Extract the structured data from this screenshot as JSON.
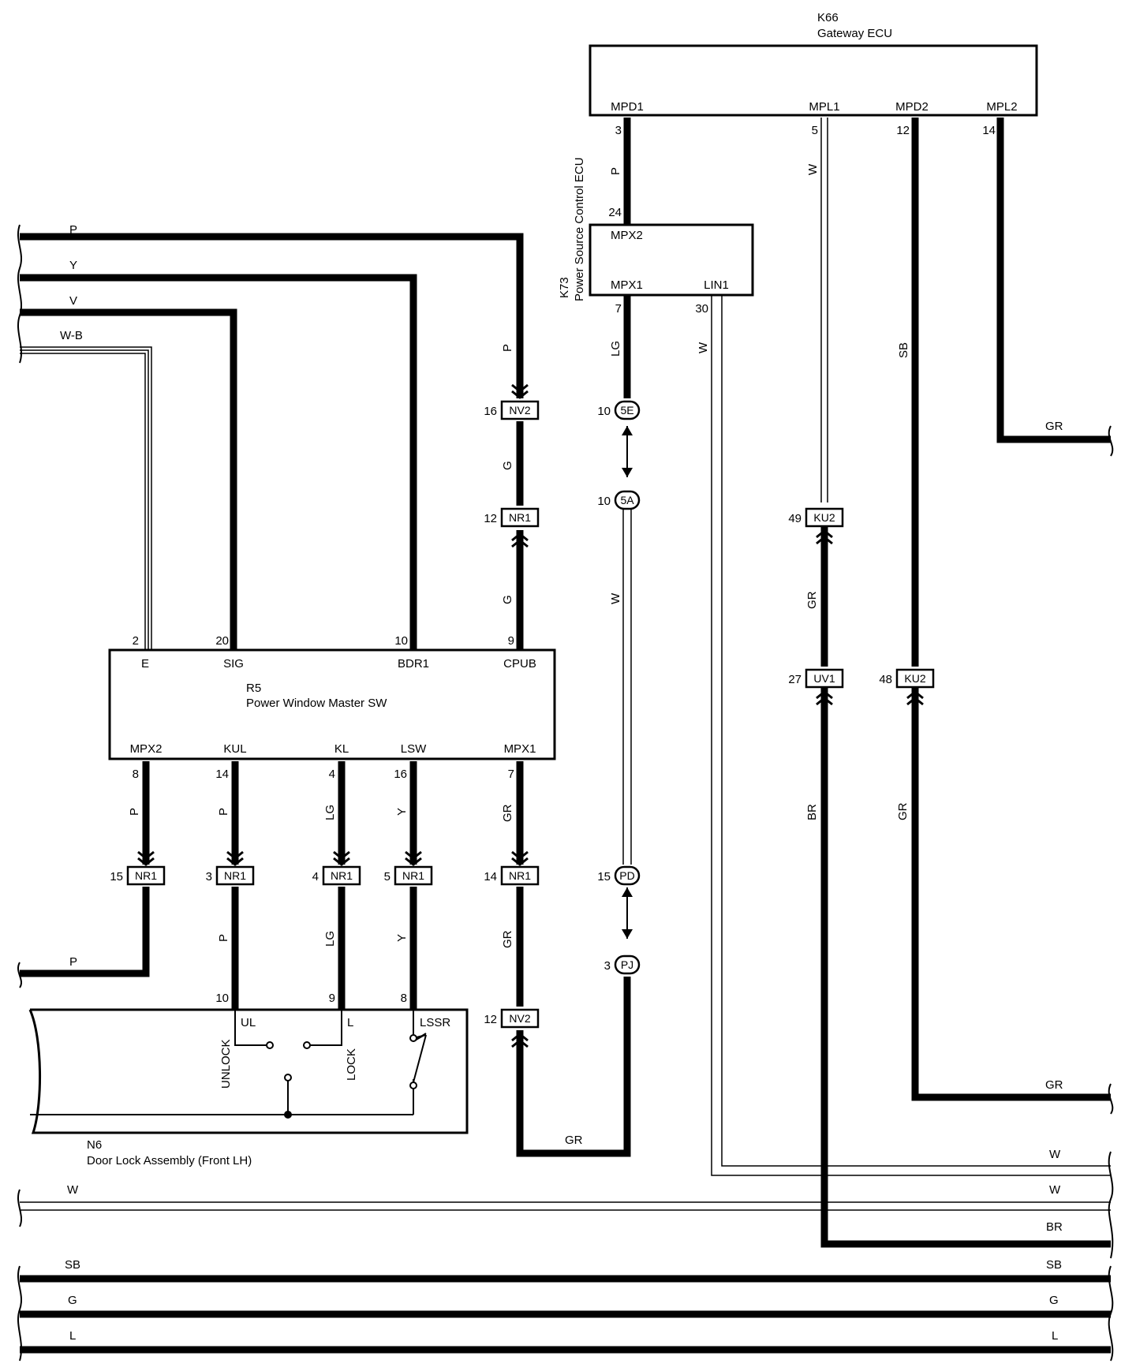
{
  "components": {
    "gateway": {
      "code": "K66",
      "name": "Gateway ECU",
      "pins": [
        "MPD1",
        "MPL1",
        "MPD2",
        "MPL2"
      ]
    },
    "power_source": {
      "code": "K73",
      "name": "Power Source Control ECU",
      "pins": [
        "MPX2",
        "MPX1",
        "LIN1"
      ]
    },
    "master_sw": {
      "code": "R5",
      "name": "Power Window Master SW",
      "pins_top": [
        "E",
        "SIG",
        "BDR1",
        "CPUB"
      ],
      "pins_bottom": [
        "MPX2",
        "KUL",
        "KL",
        "LSW",
        "MPX1"
      ]
    },
    "door_lock": {
      "code": "N6",
      "name": "Door Lock Assembly (Front LH)",
      "pins": [
        "UL",
        "L",
        "LSSR"
      ],
      "switches": [
        "UNLOCK",
        "LOCK"
      ]
    }
  },
  "pin_numbers": {
    "gateway": [
      "3",
      "5",
      "12",
      "14"
    ],
    "power_source": [
      "24",
      "7",
      "30"
    ],
    "master_sw_top": [
      "2",
      "20",
      "10",
      "9"
    ],
    "master_sw_bottom": [
      "8",
      "14",
      "4",
      "16",
      "7"
    ],
    "door_lock": [
      "10",
      "9",
      "8"
    ]
  },
  "connectors": [
    {
      "id": "NV2",
      "pin": "16"
    },
    {
      "id": "NR1",
      "pin": "12"
    },
    {
      "id": "5E",
      "pin": "10"
    },
    {
      "id": "5A",
      "pin": "10"
    },
    {
      "id": "KU2",
      "pin": "49"
    },
    {
      "id": "UV1",
      "pin": "27"
    },
    {
      "id": "KU2",
      "pin": "48"
    },
    {
      "id": "NR1",
      "pin": "15"
    },
    {
      "id": "NR1",
      "pin": "3"
    },
    {
      "id": "NR1",
      "pin": "4"
    },
    {
      "id": "NR1",
      "pin": "5"
    },
    {
      "id": "NR1",
      "pin": "14"
    },
    {
      "id": "PD",
      "pin": "15"
    },
    {
      "id": "PJ",
      "pin": "3"
    },
    {
      "id": "NV2",
      "pin": "12"
    }
  ],
  "wire_colors": {
    "left_edge": [
      "P",
      "Y",
      "V",
      "W-B",
      "P"
    ],
    "mpd1": "P",
    "mpl1": "W",
    "mpd2": "SB",
    "mpx1_ps": "LG",
    "lin1": "W",
    "mpl2_out": "GR",
    "nv2_upper": "P",
    "nr1_g_upper": "G",
    "nr1_g_lower": "G",
    "ku2_gr": "GR",
    "uv1_br": "BR",
    "ku2_lower": "GR",
    "link_5a_pd": "W",
    "sw_p1": "P",
    "sw_p2": "P",
    "sw_lg": "LG",
    "sw_y": "Y",
    "sw_gr": "GR",
    "nr1_p": "P",
    "nr1_lg": "LG",
    "nr1_y": "Y",
    "nr1_gr": "GR",
    "bottom_gr": "GR",
    "right_gr_lower": "GR",
    "right_w1": "W",
    "right_w2": "W",
    "right_br": "BR",
    "bus_w_left": "W",
    "bus_sb": "SB",
    "bus_g": "G",
    "bus_l": "L"
  },
  "colors": {
    "ink": "#000000",
    "background": "#ffffff"
  }
}
